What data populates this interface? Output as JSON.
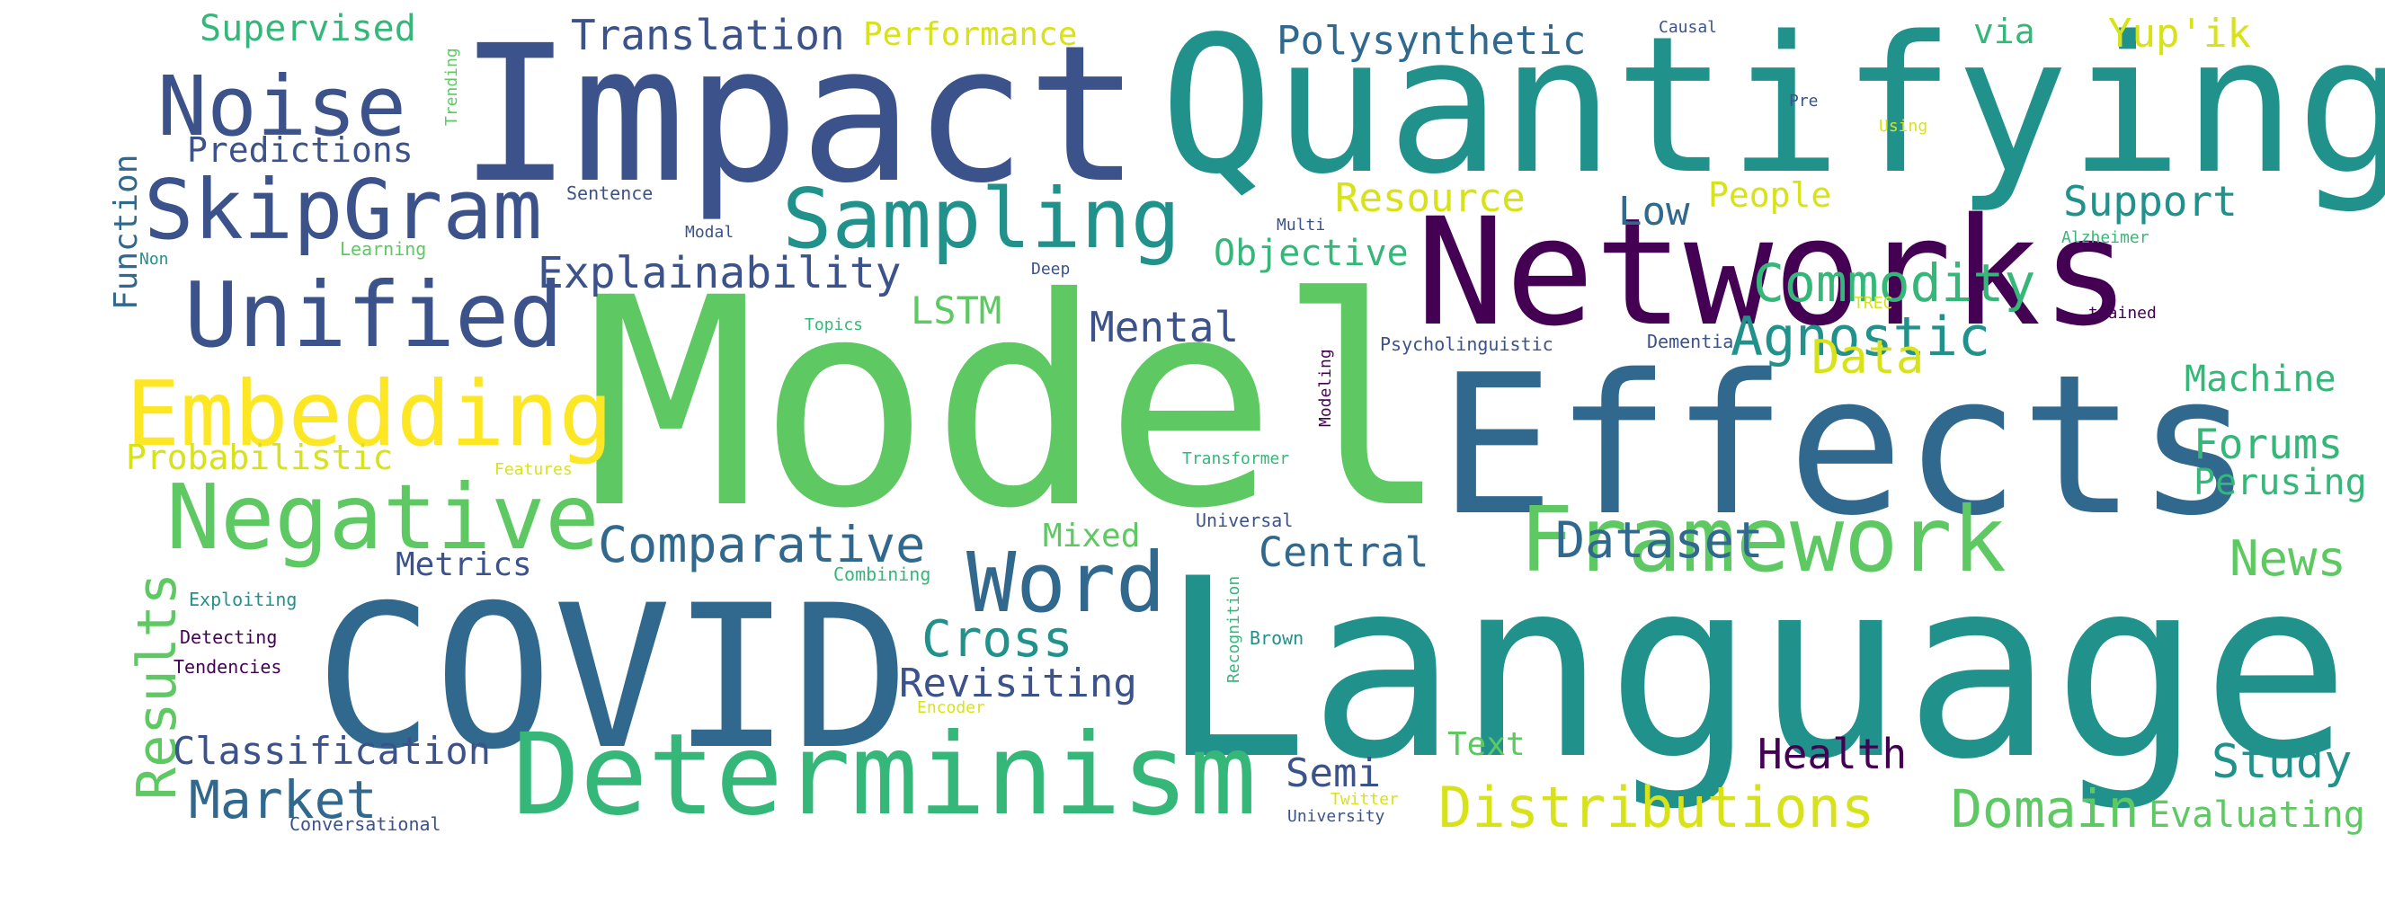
{
  "words": [
    {
      "text": "Model",
      "color": "#5ec962"
    },
    {
      "text": "Language",
      "color": "#21918c"
    },
    {
      "text": "Impact",
      "color": "#3b528b"
    },
    {
      "text": "Quantifying",
      "color": "#21918c"
    },
    {
      "text": "Effects",
      "color": "#31688e"
    },
    {
      "text": "COVID",
      "color": "#31688e"
    },
    {
      "text": "Networks",
      "color": "#440154"
    },
    {
      "text": "Determinism",
      "color": "#35b779"
    },
    {
      "text": "Framework",
      "color": "#5ec962"
    },
    {
      "text": "Embedding",
      "color": "#fde725"
    },
    {
      "text": "Negative",
      "color": "#5ec962"
    },
    {
      "text": "SkipGram",
      "color": "#3b528b"
    },
    {
      "text": "Unified",
      "color": "#3b528b"
    },
    {
      "text": "Noise",
      "color": "#3b528b"
    },
    {
      "text": "Sampling",
      "color": "#21918c"
    },
    {
      "text": "Word",
      "color": "#31688e"
    },
    {
      "text": "Distributions",
      "color": "#d8e219"
    },
    {
      "text": "Comparative",
      "color": "#31688e"
    },
    {
      "text": "Dataset",
      "color": "#31688e"
    },
    {
      "text": "Commodity",
      "color": "#35b779"
    },
    {
      "text": "Agnostic",
      "color": "#21918c"
    },
    {
      "text": "Results",
      "color": "#5ec962"
    },
    {
      "text": "Cross",
      "color": "#21918c"
    },
    {
      "text": "Domain",
      "color": "#5ec962"
    },
    {
      "text": "Market",
      "color": "#31688e"
    },
    {
      "text": "Explainability",
      "color": "#3b528b"
    },
    {
      "text": "Revisiting",
      "color": "#3b528b"
    },
    {
      "text": "Translation",
      "color": "#3b528b"
    },
    {
      "text": "Study",
      "color": "#21918c"
    },
    {
      "text": "Classification",
      "color": "#3b528b"
    },
    {
      "text": "Polysynthetic",
      "color": "#31688e"
    },
    {
      "text": "News",
      "color": "#5ec962"
    },
    {
      "text": "Forums",
      "color": "#35b779"
    },
    {
      "text": "Perusing",
      "color": "#35b779"
    },
    {
      "text": "Mental",
      "color": "#3b528b"
    },
    {
      "text": "Health",
      "color": "#440154"
    },
    {
      "text": "Data",
      "color": "#d8e219"
    },
    {
      "text": "Support",
      "color": "#21918c"
    },
    {
      "text": "Evaluating",
      "color": "#5ec962"
    },
    {
      "text": "Supervised",
      "color": "#35b779"
    },
    {
      "text": "Machine",
      "color": "#35b779"
    },
    {
      "text": "Central",
      "color": "#31688e"
    },
    {
      "text": "Resource",
      "color": "#d8e219"
    },
    {
      "text": "Low",
      "color": "#31688e"
    },
    {
      "text": "Semi",
      "color": "#3b528b"
    },
    {
      "text": "Yup'ik",
      "color": "#d8e219"
    },
    {
      "text": "Predictions",
      "color": "#3b528b"
    },
    {
      "text": "Probabilistic",
      "color": "#d8e219"
    },
    {
      "text": "Objective",
      "color": "#35b779"
    },
    {
      "text": "LSTM",
      "color": "#5ec962"
    },
    {
      "text": "Metrics",
      "color": "#3b528b"
    },
    {
      "text": "Performance",
      "color": "#d8e219"
    },
    {
      "text": "People",
      "color": "#d8e219"
    },
    {
      "text": "via",
      "color": "#35b779"
    },
    {
      "text": "Mixed",
      "color": "#5ec962"
    },
    {
      "text": "Text",
      "color": "#5ec962"
    },
    {
      "text": "Function",
      "color": "#31688e"
    },
    {
      "text": "Modeling",
      "color": "#440154"
    },
    {
      "text": "Recognition",
      "color": "#35b779"
    },
    {
      "text": "Trending",
      "color": "#5ec962"
    },
    {
      "text": "Psycholinguistic",
      "color": "#3b528b"
    },
    {
      "text": "Dementia",
      "color": "#3b528b"
    },
    {
      "text": "Alzheimer",
      "color": "#35b779"
    },
    {
      "text": "Conversational",
      "color": "#3b528b"
    },
    {
      "text": "Causal",
      "color": "#3b528b"
    },
    {
      "text": "Transformer",
      "color": "#35b779"
    },
    {
      "text": "Universal",
      "color": "#3b528b"
    },
    {
      "text": "University",
      "color": "#3b528b"
    },
    {
      "text": "Exploiting",
      "color": "#21918c"
    },
    {
      "text": "Detecting",
      "color": "#440154"
    },
    {
      "text": "Tendencies",
      "color": "#440154"
    },
    {
      "text": "Combining",
      "color": "#35b779"
    },
    {
      "text": "Encoder",
      "color": "#d8e219"
    },
    {
      "text": "Twitter",
      "color": "#d8e219"
    },
    {
      "text": "Brown",
      "color": "#21918c"
    },
    {
      "text": "Sentence",
      "color": "#3b528b"
    },
    {
      "text": "Learning",
      "color": "#5ec962"
    },
    {
      "text": "Non",
      "color": "#21918c"
    },
    {
      "text": "Modal",
      "color": "#3b528b"
    },
    {
      "text": "Multi",
      "color": "#3b528b"
    },
    {
      "text": "Deep",
      "color": "#3b528b"
    },
    {
      "text": "Topics",
      "color": "#35b779"
    },
    {
      "text": "Features",
      "color": "#d8e219"
    },
    {
      "text": "Pre",
      "color": "#3b528b"
    },
    {
      "text": "Using",
      "color": "#d8e219"
    },
    {
      "text": "TREC",
      "color": "#d8e219"
    },
    {
      "text": "trained",
      "color": "#440154"
    }
  ]
}
